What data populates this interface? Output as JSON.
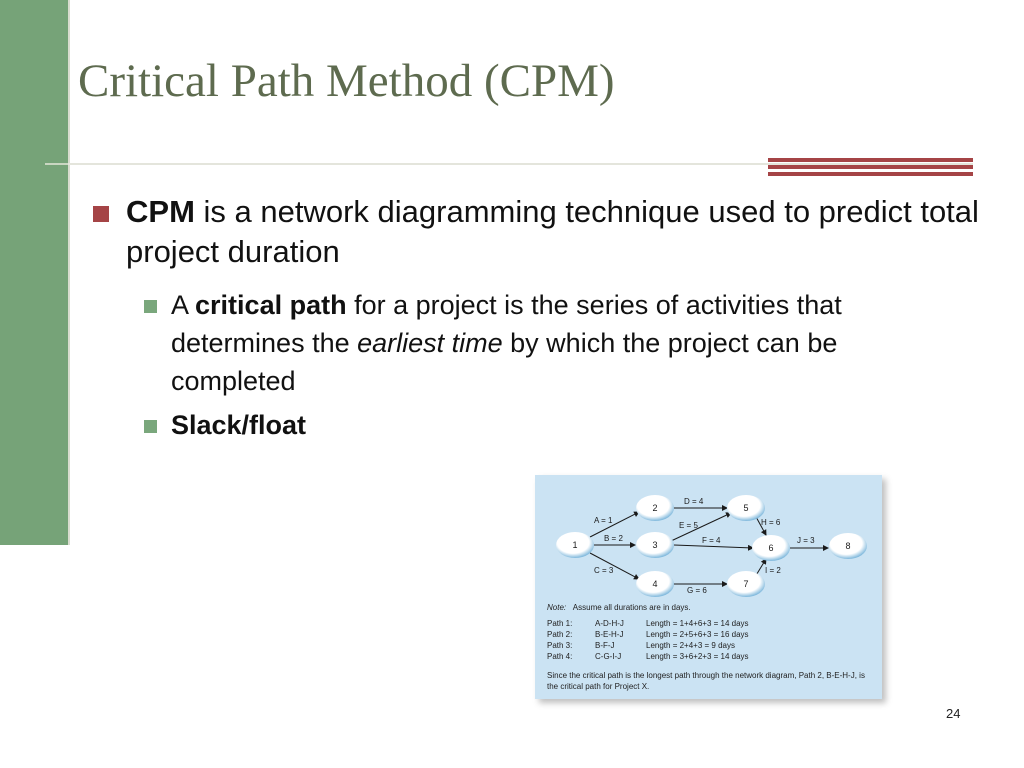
{
  "slide": {
    "title": "Critical Path Method (CPM)",
    "page_number": "24",
    "bullet1": {
      "bold": "CPM",
      "text": " is a network diagramming technique used to predict total project duration"
    },
    "sub1": {
      "prefix": "A ",
      "bold": "critical path",
      "mid": " for a project is the series of activities that determines the ",
      "italic": "earliest time",
      "suffix": " by which the project can be completed"
    },
    "sub2": {
      "bold": "Slack/float"
    }
  },
  "figure": {
    "nodes": [
      "1",
      "2",
      "3",
      "4",
      "5",
      "6",
      "7",
      "8"
    ],
    "edges": [
      "A = 1",
      "B = 2",
      "C = 3",
      "D = 4",
      "E = 5",
      "F = 4",
      "G = 6",
      "H = 6",
      "I = 2",
      "J = 3"
    ],
    "note_label": "Note:",
    "note_text": "Assume all durations are in days.",
    "paths": [
      {
        "name": "Path 1:",
        "route": "A-D-H-J",
        "length": "Length = 1+4+6+3 = 14 days"
      },
      {
        "name": "Path 2:",
        "route": "B-E-H-J",
        "length": "Length = 2+5+6+3 = 16 days"
      },
      {
        "name": "Path 3:",
        "route": "B-F-J",
        "length": "Length = 2+4+3 = 9 days"
      },
      {
        "name": "Path 4:",
        "route": "C-G-I-J",
        "length": "Length = 3+6+2+3 = 14 days"
      }
    ],
    "conclusion": "Since the critical path is the longest path through the network diagram, Path 2, B-E-H-J, is the critical path for Project X."
  },
  "colors": {
    "left_bar": "#76a378",
    "accent": "#a54446",
    "title": "#5e6b4f",
    "figure_bg": "#cbe3f3"
  }
}
